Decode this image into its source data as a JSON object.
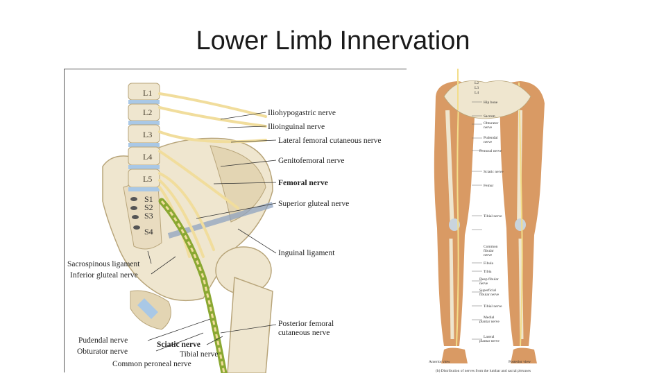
{
  "slide": {
    "title": "Lower Limb Innervation"
  },
  "left_figure": {
    "vertebrae": [
      "L1",
      "L2",
      "L3",
      "L4",
      "L5"
    ],
    "sacral": [
      "S1",
      "S2",
      "S3",
      "S4"
    ],
    "labels_right": [
      "Iliohypogastric nerve",
      "Ilioinguinal nerve",
      "Lateral femoral cutaneous nerve",
      "Genitofemoral nerve",
      "Femoral nerve",
      "Superior gluteal nerve",
      "Inguinal ligament",
      "Posterior femoral",
      "cutaneous nerve"
    ],
    "labels_left": [
      "Sacrospinous ligament",
      "Inferior gluteal nerve",
      "Pudendal nerve",
      "Obturator nerve"
    ],
    "labels_bottom": [
      "Sciatic nerve",
      "Tibial nerve",
      "Common peroneal nerve"
    ]
  },
  "right_figure": {
    "spine_labels": [
      "L2",
      "L3",
      "L4"
    ],
    "labels": [
      "Hip bone",
      "Sacrum",
      "Obturator",
      "nerve",
      "Pudendal",
      "nerve",
      "Femoral nerve",
      "Sciatic nerve",
      "Femur",
      "Tibial nerve",
      "Common",
      "fibular",
      "nerve",
      "Fibula",
      "Tibia",
      "Deep fibular",
      "nerve",
      "Superficial",
      "fibular nerve",
      "Tibial nerve",
      "Medial",
      "plantar nerve",
      "Lateral",
      "plantar nerve"
    ],
    "view_left": "Anterior view",
    "view_right": "Posterior view",
    "caption": "(b) Distribution of nerves from the lumbar and sacral plexuses"
  },
  "colors": {
    "bone": "#efe6cf",
    "nerve": "#f1dd9c",
    "sciatic": "#8aa832",
    "disc": "#a9c8e6",
    "muscle": "#d99a64"
  }
}
